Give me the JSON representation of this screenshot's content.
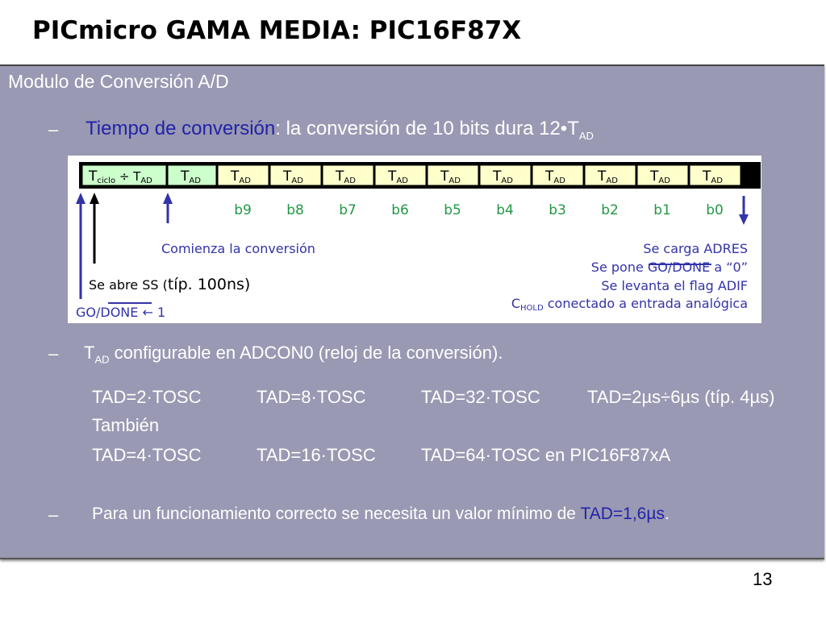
{
  "slide": {
    "title": "PICmicro GAMA MEDIA: PIC16F87X",
    "section": "Modulo de Conversión A/D",
    "dash": "–",
    "bullet1": {
      "label": "Tiempo de conversión",
      "text": ": la conversión de 10 bits dura 12•T",
      "sub": "AD"
    },
    "bullet2": {
      "prefix": "T",
      "sub": "AD",
      "text": " configurable en ADCON0 (reloj de la conversión)."
    },
    "tad_row1": [
      "TAD=2·TOSC",
      "TAD=8·TOSC",
      "TAD=32·TOSC",
      "TAD=2µs÷6µs (típ. 4µs)"
    ],
    "tambien": "También",
    "tad_row2": [
      "TAD=4·TOSC",
      "TAD=16·TOSC",
      "TAD=64·TOSC en PIC16F87xA"
    ],
    "bullet3": {
      "text": "Para un funcionamiento correcto se necesita un valor mínimo de ",
      "highlight": "TAD=1,6µs",
      "end": "."
    },
    "page_number": "13"
  },
  "diagram": {
    "cell_first_main": "T",
    "cell_first_sub1": "ciclo",
    "cell_first_div": " ÷ T",
    "cell_first_sub2": "AD",
    "cell_main": "T",
    "cell_sub": "AD",
    "bits": [
      "b9",
      "b8",
      "b7",
      "b6",
      "b5",
      "b4",
      "b3",
      "b2",
      "b1",
      "b0"
    ],
    "comienza": "Comienza la conversión",
    "se_abre": "Se abre SS (",
    "tip": "típ. 100ns)",
    "godone_label": "GO/DONE ← 1",
    "se_carga": "Se carga ADRES",
    "se_pone": "Se pone GO/DONE a “0”",
    "se_levanta": "Se levanta el flag ADIF",
    "chold_c": "C",
    "chold_sub": "HOLD",
    "chold_text": " conectado a entrada analógica",
    "colors": {
      "green": "#229944",
      "blue": "#3333aa",
      "cell_green": "#ccffcc",
      "cell_yellow": "#ffffcc"
    }
  }
}
